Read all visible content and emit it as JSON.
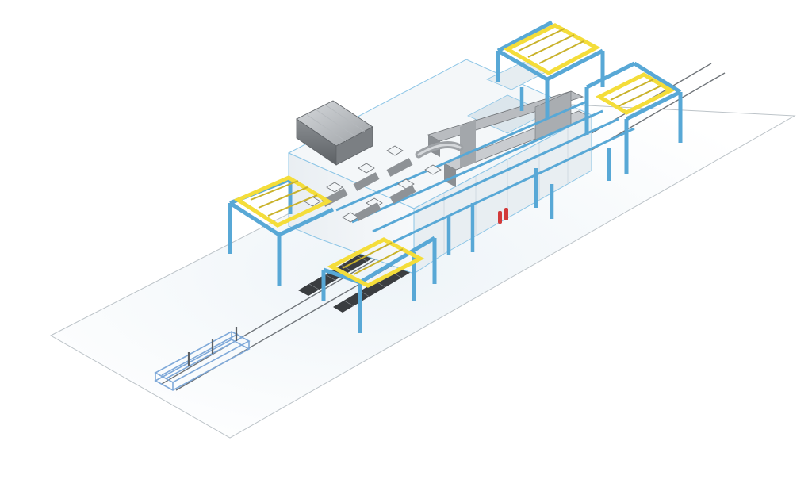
{
  "scene": {
    "colors": {
      "background": "#ffffff",
      "floor_edge": "#bcc3c8",
      "rail": "#6f7479",
      "frame_blue": "#58a8d6",
      "frame_blue_dark": "#3f8fc0",
      "yellow": "#f4dd3a",
      "yellow_dark": "#c9b22a",
      "booth_wall": "#eef2f5",
      "booth_wall_side": "#dfe6eb",
      "booth_outline": "#8cc5e6",
      "duct_gray": "#8d9195",
      "duct_light": "#c9ccd0",
      "duct_dark": "#5f6367",
      "grate": "#3a3d40",
      "extinguisher": "#d23a3a",
      "cart": "#7fa9d9"
    },
    "components": [
      "floor-plate",
      "conveyor-rails",
      "spray-booth",
      "extraction-duct",
      "overhead-gantry",
      "transfer-frame-left",
      "transfer-frame-front",
      "transfer-frame-back-top",
      "transfer-frame-back-right",
      "floor-grates",
      "fire-extinguishers",
      "parts-cart"
    ]
  }
}
